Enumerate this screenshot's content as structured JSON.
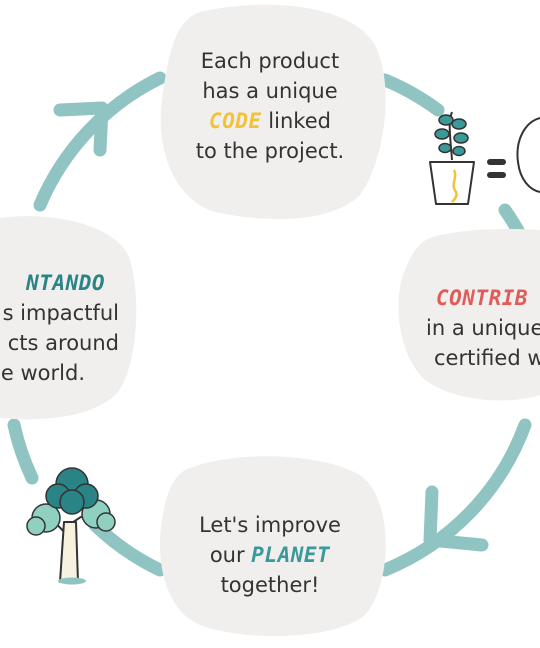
{
  "colors": {
    "ring": "#8fc4c2",
    "bubble": "#f0efed",
    "code": "#f2c23a",
    "planet": "#3a9a9a",
    "contribute": "#e25b5b",
    "brand": "#2a8486"
  },
  "top_bubble": {
    "line1": "Each product",
    "line2": "has a unique",
    "code_word": "CODE",
    "line3_rest": " linked",
    "line4": "to the project."
  },
  "right_bubble": {
    "headline": "CONTRIB",
    "line2": "in a unique",
    "line3": "certified w"
  },
  "bottom_bubble": {
    "line1": "Let's improve",
    "line2_start": "our ",
    "planet_word": "PLANET",
    "line3": "together!"
  },
  "left_bubble": {
    "headline": "NTANDO",
    "line2": "s impactful",
    "line3": "cts around",
    "line4": "e world."
  },
  "icons": {
    "plant": "potted-plant-icon",
    "equals": "equals-sign-icon",
    "tree": "tree-icon"
  }
}
